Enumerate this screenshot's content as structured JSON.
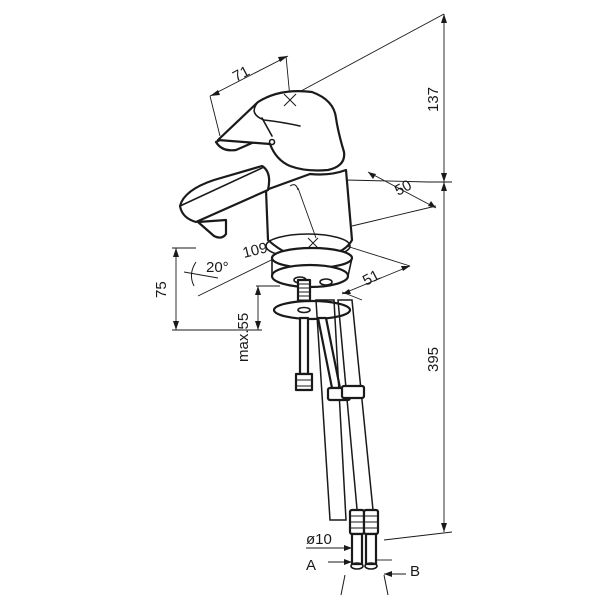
{
  "drawing": {
    "dimensions": {
      "handle_width": "71",
      "total_height": "137",
      "base_diameter": "50",
      "body_width": "51",
      "hose_length": "395",
      "spout_height": "75",
      "counter_thickness": "max.55",
      "swivel_angle": "20°",
      "spout_reach": "109",
      "hose_diameter": "ø10"
    },
    "connections": {
      "left": "A",
      "right": "B"
    }
  }
}
